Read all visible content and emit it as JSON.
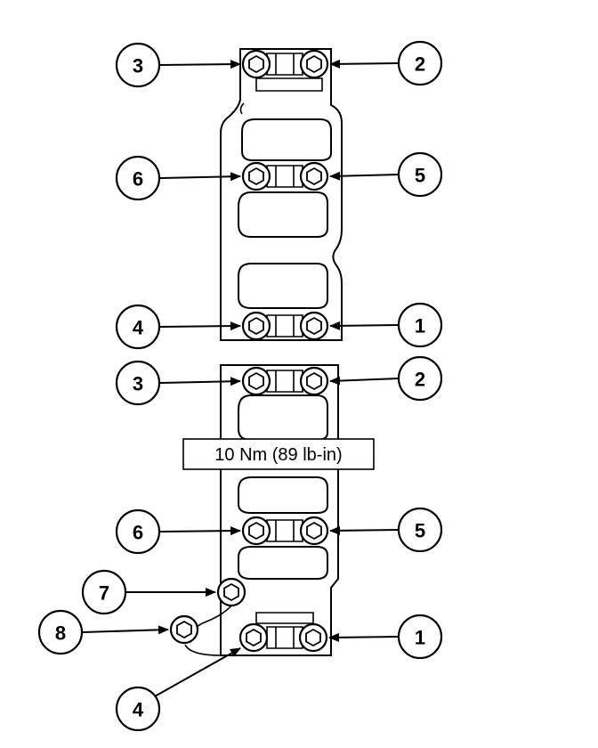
{
  "torque_label": "10 Nm (89 lb-in)",
  "callouts": {
    "upper_3": "3",
    "upper_2": "2",
    "upper_6": "6",
    "upper_5": "5",
    "upper_4": "4",
    "upper_1": "1",
    "lower_3": "3",
    "lower_2": "2",
    "lower_6": "6",
    "lower_5": "5",
    "lower_7": "7",
    "lower_8": "8",
    "lower_1": "1",
    "lower_4": "4"
  }
}
